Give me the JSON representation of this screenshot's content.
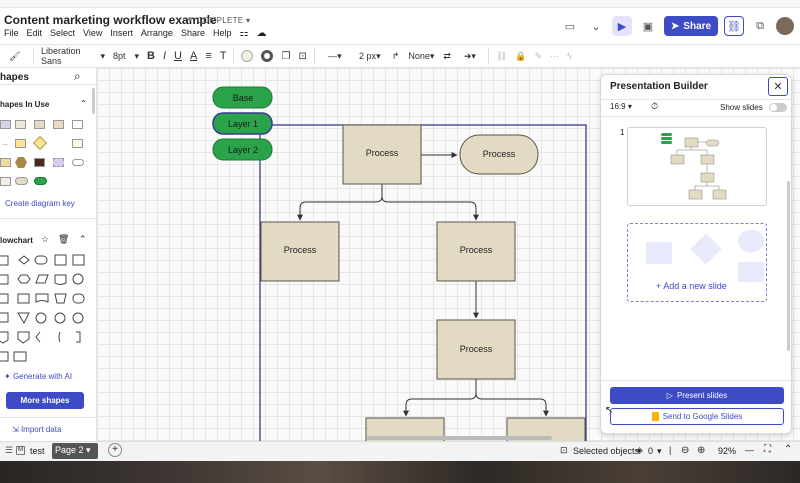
{
  "document": {
    "title": "Content marketing workflow example",
    "status": "COMPLETE"
  },
  "menu": [
    "File",
    "Edit",
    "Select",
    "View",
    "Insert",
    "Arrange",
    "Share",
    "Help"
  ],
  "header": {
    "share_label": "Share"
  },
  "toolbar": {
    "font": "Liberation Sans",
    "font_size": "8pt",
    "line_width": "2 px",
    "arrow_start": "None"
  },
  "left_panel": {
    "shapes_title": "hapes",
    "shapes_in_use": "hapes In Use",
    "create_key": "Create diagram key",
    "flowchart": "lowchart",
    "generate_ai": "Generate with AI",
    "more_shapes": "More shapes",
    "import_data": "Import data"
  },
  "diagram": {
    "layers": [
      "Base",
      "Layer 1",
      "Layer 2"
    ],
    "nodes": [
      "Process",
      "Process",
      "Process",
      "Process",
      "Process"
    ]
  },
  "presentation": {
    "title": "Presentation Builder",
    "ratio": "16:9",
    "show_slides": "Show slides",
    "slide_number": "1",
    "add_slide": "Add a new slide",
    "present": "Present slides",
    "google": "Send to Google Slides"
  },
  "bottom": {
    "page_one": "test",
    "page_two": "Page 2",
    "selected": "Selected objects",
    "count": "0",
    "zoom": "92%"
  },
  "colors": {
    "accent": "#3e4bc7",
    "layer_green": "#2aa34a",
    "process_fill": "#e2dac3"
  }
}
